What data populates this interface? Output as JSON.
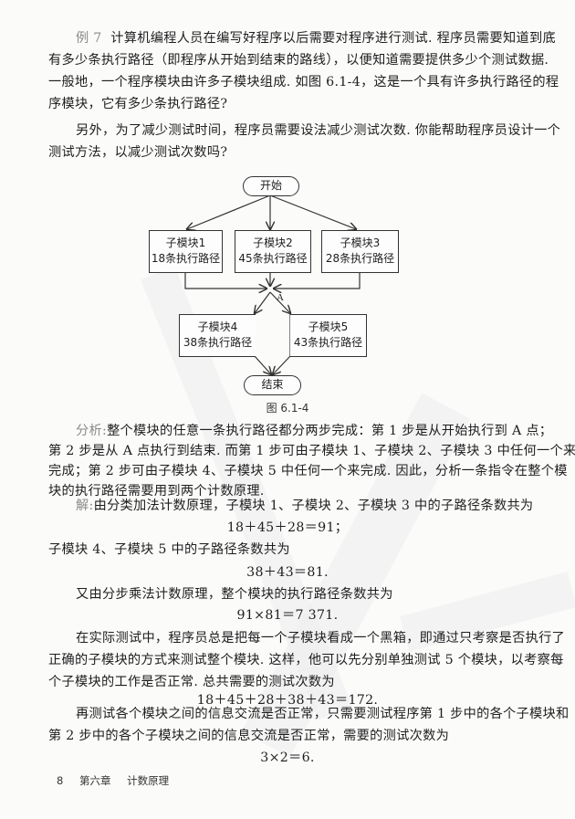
{
  "example": {
    "label": "例 7",
    "lines": [
      "计算机编程人员在编写好程序以后需要对程序进行测试. 程序员需要知道到底",
      "有多少条执行路径（即程序从开始到结束的路线），以便知道需要提供多少个测试数据.",
      "一般地，一个程序模块由许多子模块组成. 如图 6.1-4，这是一个具有许多执行路径的程",
      "序模块，它有多少条执行路径?",
      "另外，为了减少测试时间，程序员需要设法减少测试次数. 你能帮助程序员设计一个",
      "测试方法，以减少测试次数吗?"
    ]
  },
  "figure": {
    "caption": "图 6.1-4",
    "start": "开始",
    "end": "结束",
    "node": "A",
    "modules": [
      {
        "name": "子模块1",
        "paths": "18条执行路径"
      },
      {
        "name": "子模块2",
        "paths": "45条执行路径"
      },
      {
        "name": "子模块3",
        "paths": "28条执行路径"
      },
      {
        "name": "子模块4",
        "paths": "38条执行路径"
      },
      {
        "name": "子模块5",
        "paths": "43条执行路径"
      }
    ]
  },
  "analysis": {
    "label": "分析:",
    "lines": [
      "整个模块的任意一条执行路径都分两步完成：第 1 步是从开始执行到 A 点；",
      "第 2 步是从 A 点执行到结束. 而第 1 步可由子模块 1、子模块 2、子模块 3 中任何一个来",
      "完成；第 2 步可由子模块 4、子模块 5 中任何一个来完成. 因此，分析一条指令在整个模",
      "块的执行路径需要用到两个计数原理."
    ]
  },
  "solution": {
    "label": "解:",
    "l1": "由分类加法计数原理，子模块 1、子模块 2、子模块 3 中的子路径条数共为",
    "eq1": "18＋45＋28＝91；",
    "l2": "子模块 4、子模块 5 中的子路径条数共为",
    "eq2": "38＋43＝81.",
    "l3": "又由分步乘法计数原理，整个模块的执行路径条数共为",
    "eq3": "91×81＝7 371.",
    "p2": [
      "在实际测试中，程序员总是把每一个子模块看成一个黑箱，即通过只考察是否执行了",
      "正确的子模块的方式来测试整个模块. 这样，他可以先分别单独测试 5 个模块，以考察每",
      "个子模块的工作是否正常. 总共需要的测试次数为"
    ],
    "eq4": "18＋45＋28＋38＋43＝172.",
    "p3": [
      "再测试各个模块之间的信息交流是否正常，只需要测试程序第 1 步中的各个子模块和",
      "第 2 步中的各个子模块之间的信息交流是否正常，需要的测试次数为"
    ],
    "eq5": "3×2＝6."
  },
  "footer": {
    "page_number": "8",
    "chapter": "第六章",
    "chapter_title": "计数原理"
  }
}
